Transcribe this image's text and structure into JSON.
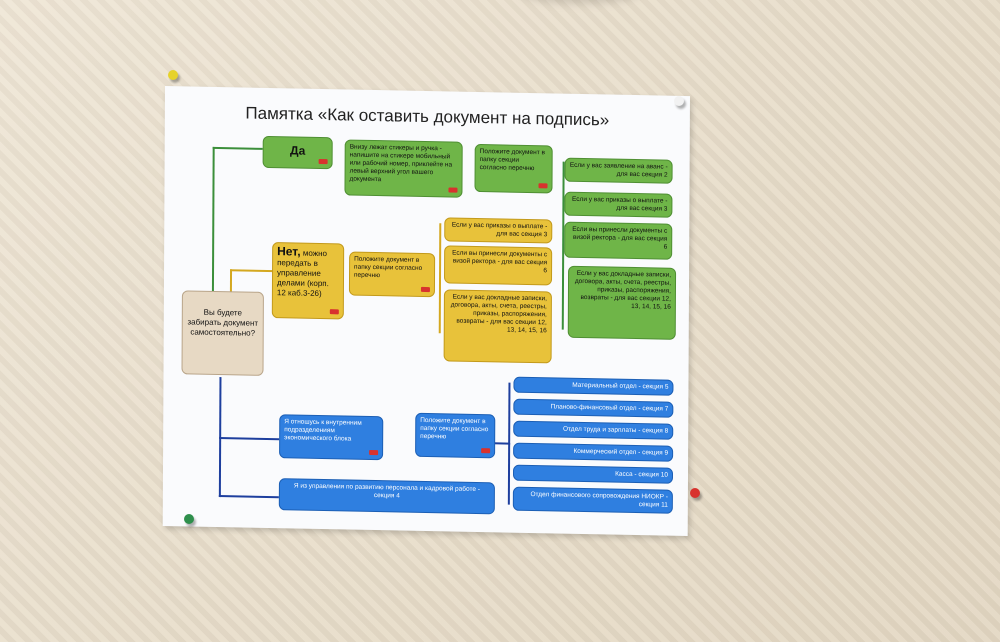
{
  "title": "Памятка «Как оставить документ на подпись»",
  "start": "Вы будете забирать документ самостоятельно?",
  "yes": {
    "label": "Да",
    "step1": "Внизу лежат стикеры и ручка - напишите на стикере мобильный или рабочий номер, приклейте на левый верхний угол вашего документа",
    "step2": "Положите документ в папку секции согласно перечню",
    "options": [
      "Если у вас заявление на аванс - для вас секция 2",
      "Если у вас приказы о выплате - для вас секция 3",
      "Если вы принесли документы с визой ректора - для вас секция 6",
      "Если у вас докладные записки, договора, акты, счета, реестры, приказы, распоряжения, возвраты - для вас секции 12, 13, 14, 15, 16"
    ]
  },
  "no": {
    "label": "Нет,",
    "text": "можно передать в управление делами (корп. 12 каб.3-26)",
    "step": "Положите документ в папку секции согласно перечню",
    "options": [
      "Если у вас приказы о выплате - для вас секция 3",
      "Если вы принесли документы с визой ректора - для вас секция 6",
      "Если у вас докладные записки, договора, акты, счета, реестры, приказы, распоряжения, возвраты - для вас секции 12, 13, 14, 15, 16"
    ]
  },
  "econ": {
    "text": "Я отношусь к внутренним подразделениям экономического блока",
    "step": "Положите документ в папку секции согласно перечню",
    "options": [
      "Материальный отдел - секция 5",
      "Планово-финансовый отдел - секция 7",
      "Отдел труда и зарплаты - секция 8",
      "Коммерческий отдел - секция 9",
      "Касса - секция 10",
      "Отдел финансового сопровождения НИОКР - секция 11"
    ]
  },
  "hr": {
    "text": "Я из управления по развитию персонала и кадровой работе - секция 4"
  }
}
